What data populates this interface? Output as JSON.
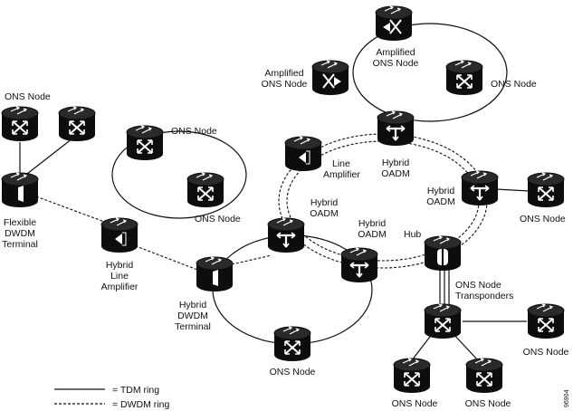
{
  "colors": {
    "line": "#111111",
    "node_top": "#2a2a2a",
    "node_body": "#0d0d0d",
    "background": "#ffffff"
  },
  "labels": {
    "ons_top_left": "ONS Node",
    "ons_left_ring": "ONS Node",
    "ons_left_ring_bottom": "ONS Node",
    "amplified_top": [
      "Amplified",
      "ONS Node"
    ],
    "amplified_left": [
      "Amplified",
      "ONS Node"
    ],
    "ons_top_right": "ONS Node",
    "flexible_terminal": [
      "Flexible",
      "DWDM",
      "Terminal"
    ],
    "hybrid_line_amp": [
      "Hybrid",
      "Line",
      "Amplifier"
    ],
    "line_amp": [
      "Line",
      "Amplifier"
    ],
    "hybrid_oadm_top": [
      "Hybrid",
      "OADM"
    ],
    "hybrid_oadm_left": [
      "Hybrid",
      "OADM"
    ],
    "hybrid_oadm_center": [
      "Hybrid",
      "OADM"
    ],
    "hybrid_oadm_right": [
      "Hybrid",
      "OADM"
    ],
    "hub": "Hub",
    "ons_right": "ONS Node",
    "ons_transponders": [
      "ONS Node",
      "Transponders"
    ],
    "hybrid_dwdm_terminal": [
      "Hybrid",
      "DWDM",
      "Terminal"
    ],
    "ons_bottom_ring": "ONS Node",
    "ons_far_right": "ONS Node",
    "ons_bottom_a": "ONS Node",
    "ons_bottom_b": "ONS Node"
  },
  "legend": {
    "tdm": "= TDM ring",
    "dwdm": "= DWDM ring"
  },
  "figure_id": "96904"
}
